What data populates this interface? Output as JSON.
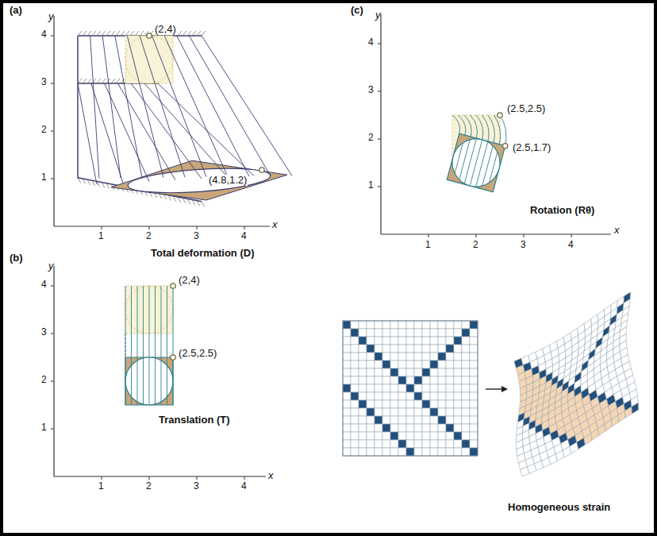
{
  "diagram": {
    "labels": [
      "(a)",
      "y",
      "4",
      "3",
      "2",
      "1",
      "1",
      "2",
      "3",
      "4",
      "x",
      "(2,4)",
      "(4.8,1.2)",
      "Total deformation (D)",
      "(b)",
      "y",
      "4",
      "3",
      "2",
      "1",
      "1",
      "2",
      "3",
      "4",
      "x",
      "(2,4)",
      "(2.5,2.5)",
      "Translation (T)",
      "(c)",
      "y",
      "4",
      "3",
      "2",
      "1",
      "1",
      "2",
      "3",
      "4",
      "x",
      "(2.5,2.5)",
      "(2.5,1.7)",
      "Rotation (Rθ)",
      "Homogeneous strain"
    ]
  }
}
